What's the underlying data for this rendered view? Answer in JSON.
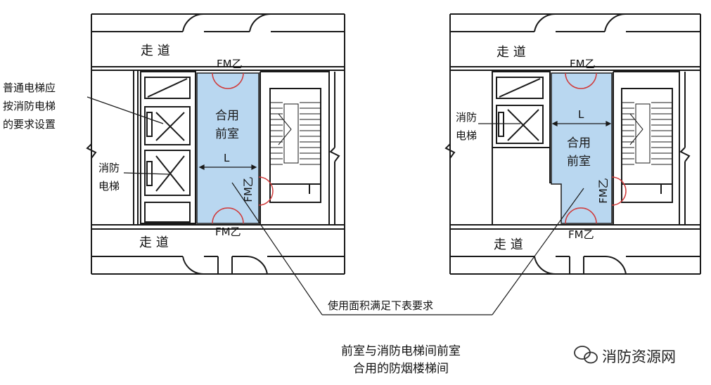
{
  "colors": {
    "wall": "#1a1a1a",
    "anteroom_fill": "#b9d7f0",
    "door": "#d03a3a",
    "bg": "#ffffff"
  },
  "icons": [
    "wechat-logo-icon"
  ],
  "labels": {
    "corridor": "走 道",
    "shared_anteroom_line1": "合用",
    "shared_anteroom_line2": "前室",
    "length_mark": "L",
    "fire_door": "FM乙",
    "fire_elevator_line1": "消防",
    "fire_elevator_line2": "电梯",
    "ordinary_elevator_line1": "普通电梯应",
    "ordinary_elevator_line2": "按消防电梯",
    "ordinary_elevator_line3": "的要求设置",
    "area_requirement": "使用面积满足下表要求"
  },
  "caption": {
    "line1": "前室与消防电梯间前室",
    "line2": "合用的防烟楼梯间"
  },
  "watermark": "消防资源网"
}
